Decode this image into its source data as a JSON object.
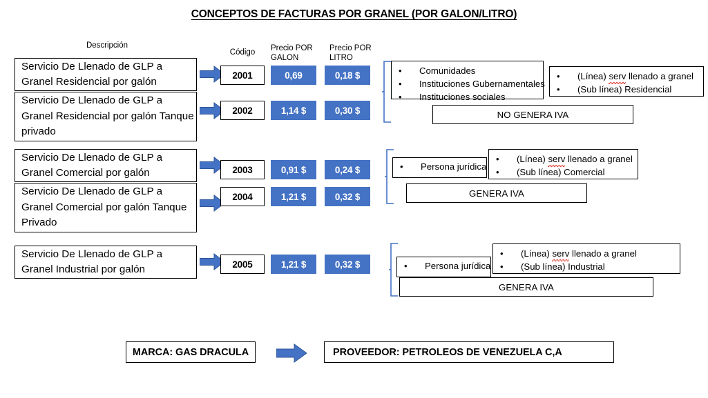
{
  "title": "CONCEPTOS DE FACTURAS POR GRANEL (POR GALON/LITRO)",
  "columns": {
    "descripcion": "Descripción",
    "codigo": "Código",
    "precio_galon_l1": "Precio POR",
    "precio_galon_l2": "GALON",
    "precio_litro_l1": "Precio POR",
    "precio_litro_l2": "LITRO"
  },
  "colors": {
    "accent_blue": "#4472C4",
    "arrow_fill": "#4472C4",
    "arrow_stroke": "#2F5597",
    "bracket_blue": "#4472C4",
    "spellcheck_red": "#e03a2f",
    "box_border": "#000000",
    "chip_text": "#ffffff"
  },
  "rows": [
    {
      "descripcion": "Servicio De Llenado de GLP a Granel Residencial por galón",
      "codigo": "2001",
      "precio_galon": "0,69",
      "precio_litro": "0,18 $"
    },
    {
      "descripcion": "Servicio De Llenado de GLP a Granel Residencial por galón Tanque privado",
      "codigo": "2002",
      "precio_galon": "1,14 $",
      "precio_litro": "0,30 $"
    },
    {
      "descripcion": "Servicio De Llenado de GLP a Granel Comercial por galón",
      "codigo": "2003",
      "precio_galon": "0,91 $",
      "precio_litro": "0,24 $"
    },
    {
      "descripcion": "Servicio De Llenado de GLP a Granel Comercial por galón Tanque Privado",
      "codigo": "2004",
      "precio_galon": "1,21 $",
      "precio_litro": "0,32 $"
    },
    {
      "descripcion": "Servicio De Llenado de GLP a Granel Industrial por galón",
      "codigo": "2005",
      "precio_galon": "1,21 $",
      "precio_litro": "0,32 $"
    }
  ],
  "groups": [
    {
      "name": "residencial",
      "clientes": [
        "Comunidades",
        "Instituciones Gubernamentales",
        "Instituciones sociales"
      ],
      "linea_pre": "(Línea) ",
      "linea_misspelled": "serv",
      "linea_post": " llenado a granel",
      "sublinea": "(Sub línea) Residencial",
      "iva": "NO GENERA IVA"
    },
    {
      "name": "comercial",
      "clientes": [
        "Persona jurídica"
      ],
      "linea_pre": "(Línea) ",
      "linea_misspelled": "serv",
      "linea_post": " llenado a granel",
      "sublinea": "(Sub línea) Comercial",
      "iva": "GENERA IVA"
    },
    {
      "name": "industrial",
      "clientes": [
        "Persona jurídica"
      ],
      "linea_pre": "(Línea) ",
      "linea_misspelled": "serv",
      "linea_post": " llenado a granel",
      "sublinea": "(Sub línea) Industrial",
      "iva": "GENERA IVA"
    }
  ],
  "footer": {
    "marca": "MARCA: GAS DRACULA",
    "proveedor": "PROVEEDOR: PETROLEOS DE VENEZUELA C,A"
  }
}
